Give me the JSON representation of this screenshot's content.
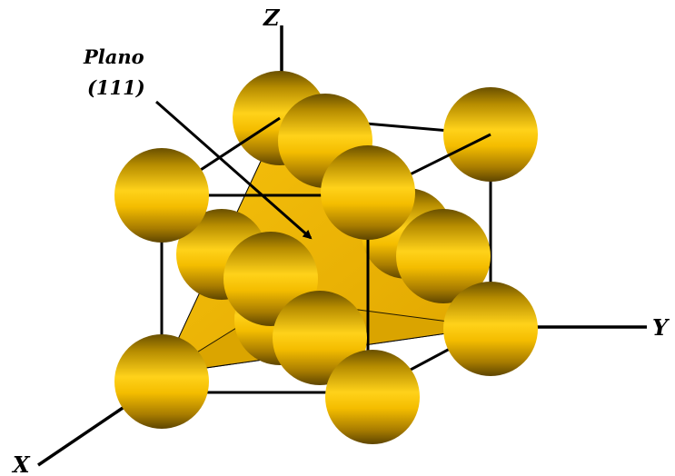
{
  "labels": {
    "z_axis": "Z",
    "y_axis": "Y",
    "x_axis": "X",
    "plane_line1": "Plano",
    "plane_line2": "(111)"
  },
  "colors": {
    "atom_dark": "#6a5000",
    "atom_mid": "#f4bd00",
    "atom_light": "#ffd21a",
    "plane_fill": "#f2b705",
    "plane_shadow": "#d49a00",
    "edges": "#000000"
  },
  "atom_count": 14,
  "lattice": "FCC unit cell"
}
